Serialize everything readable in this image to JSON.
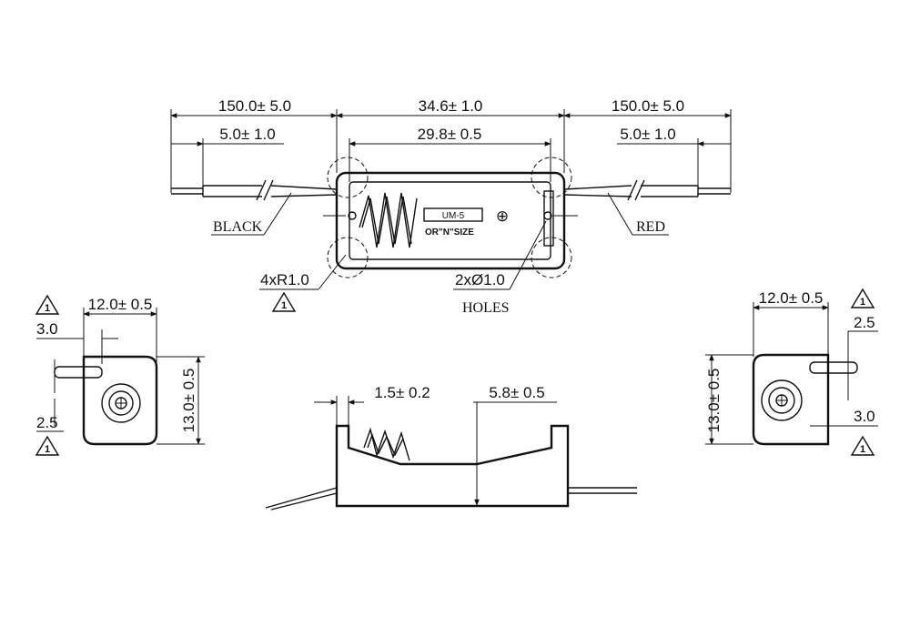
{
  "top_view": {
    "dim_left_lead": "150.0± 5.0",
    "dim_body_length": "34.6± 1.0",
    "dim_right_lead": "150.0± 5.0",
    "dim_left_strip": "5.0± 1.0",
    "dim_inner_length": "29.8± 0.5",
    "dim_right_strip": "5.0± 1.0",
    "label_black": "BLACK",
    "label_red": "RED",
    "label_model": "UM-5",
    "label_size": "OR\"N\"SIZE",
    "plus_sign": "⊕",
    "label_radius": "4xR1.0",
    "label_holes_dim": "2xØ1.0",
    "label_holes": "HOLES",
    "warn_symbol": "1"
  },
  "left_end_view": {
    "dim_width": "12.0± 0.5",
    "dim_offset": "3.0",
    "dim_lead_pos": "2.5",
    "dim_height": "13.0± 0.5",
    "warn_symbol": "1"
  },
  "right_end_view": {
    "dim_width": "12.0± 0.5",
    "dim_lead_pos": "2.5",
    "dim_height": "13.0± 0.5",
    "dim_offset": "3.0",
    "warn_symbol": "1"
  },
  "side_view": {
    "dim_wall": "1.5± 0.2",
    "dim_depth": "5.8± 0.5"
  }
}
